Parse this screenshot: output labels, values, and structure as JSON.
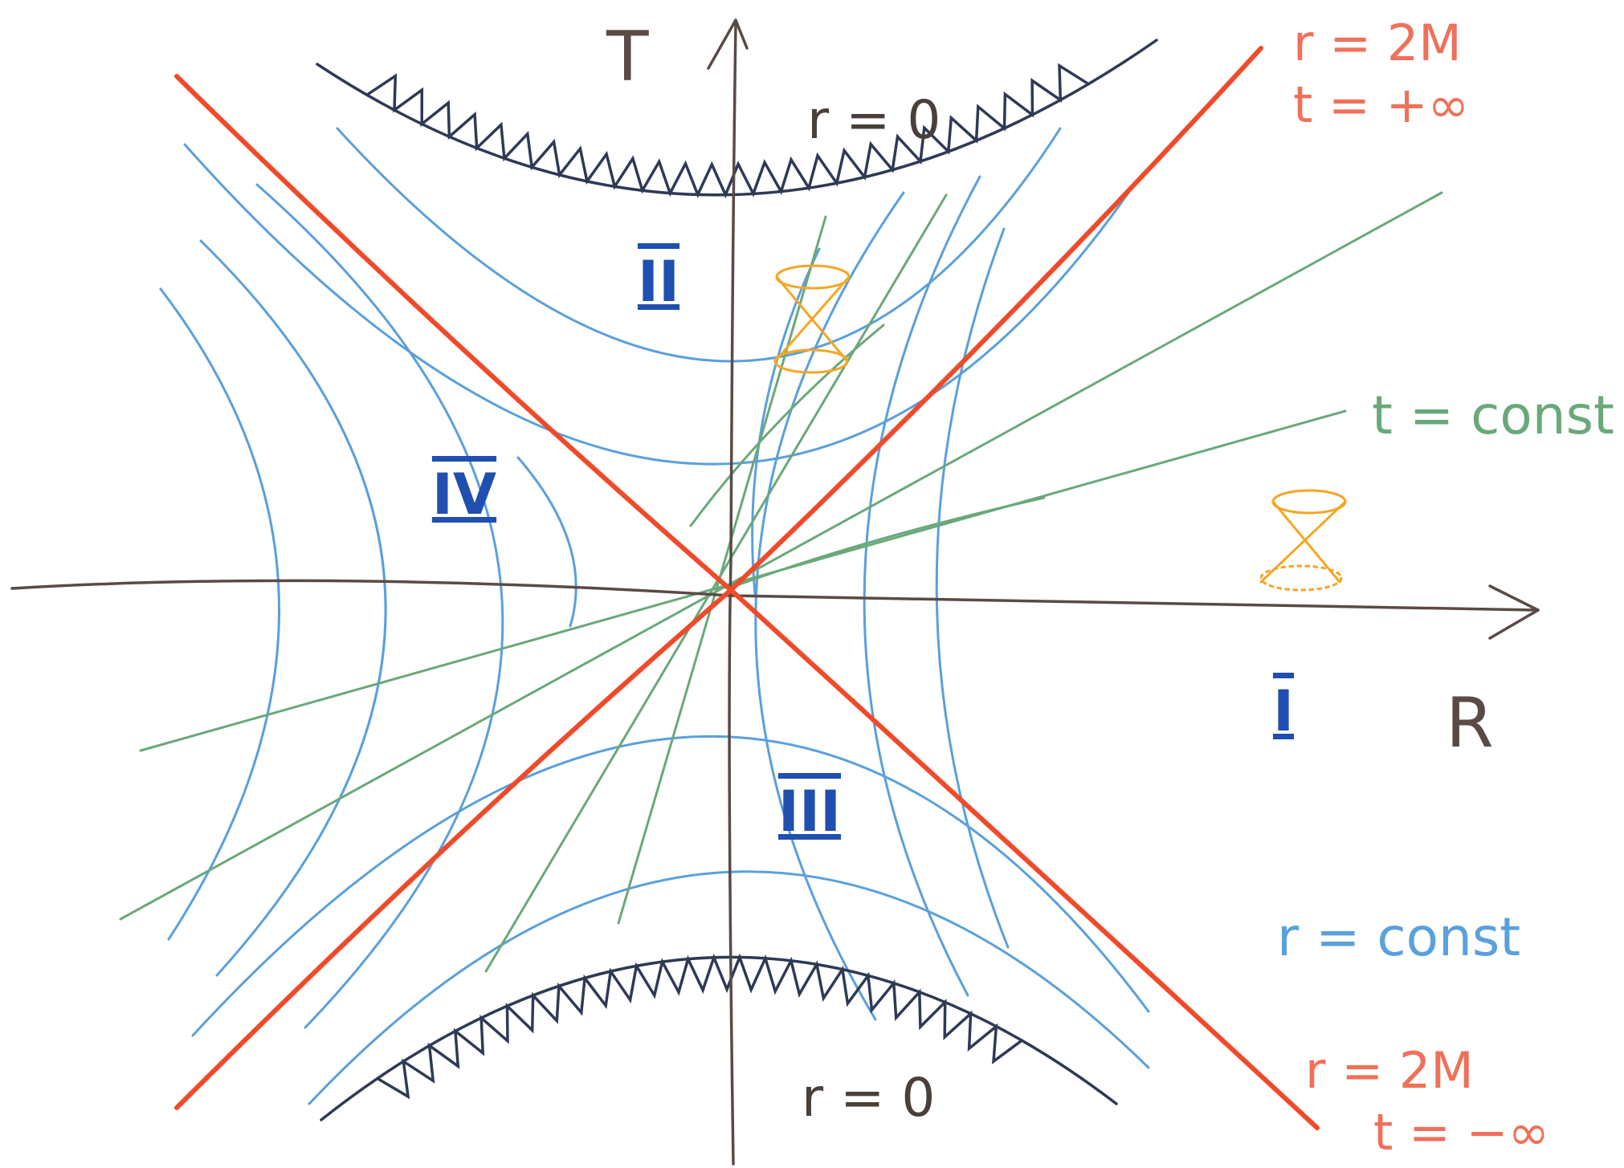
{
  "axes": {
    "vertical_label": "T",
    "horizontal_label": "R"
  },
  "regions": {
    "one": "I",
    "two": "II",
    "three": "III",
    "four": "IV"
  },
  "labels": {
    "singularity_top": "r = 0",
    "singularity_bottom": "r = 0",
    "horizon_future_r": "r = 2M",
    "horizon_future_t": "t = +∞",
    "horizon_past_r": "r = 2M",
    "horizon_past_t": "t = −∞",
    "t_const": "t = const",
    "r_const": "r = const"
  },
  "colors": {
    "axis": "#5a4a45",
    "horizon": "#f04a2a",
    "r_const_curves": "#5aa0dc",
    "t_const_lines": "#6aa87a",
    "singularity": "#2e3a55",
    "region_labels": "#1f4fb0",
    "light_cone": "#f5a623"
  }
}
